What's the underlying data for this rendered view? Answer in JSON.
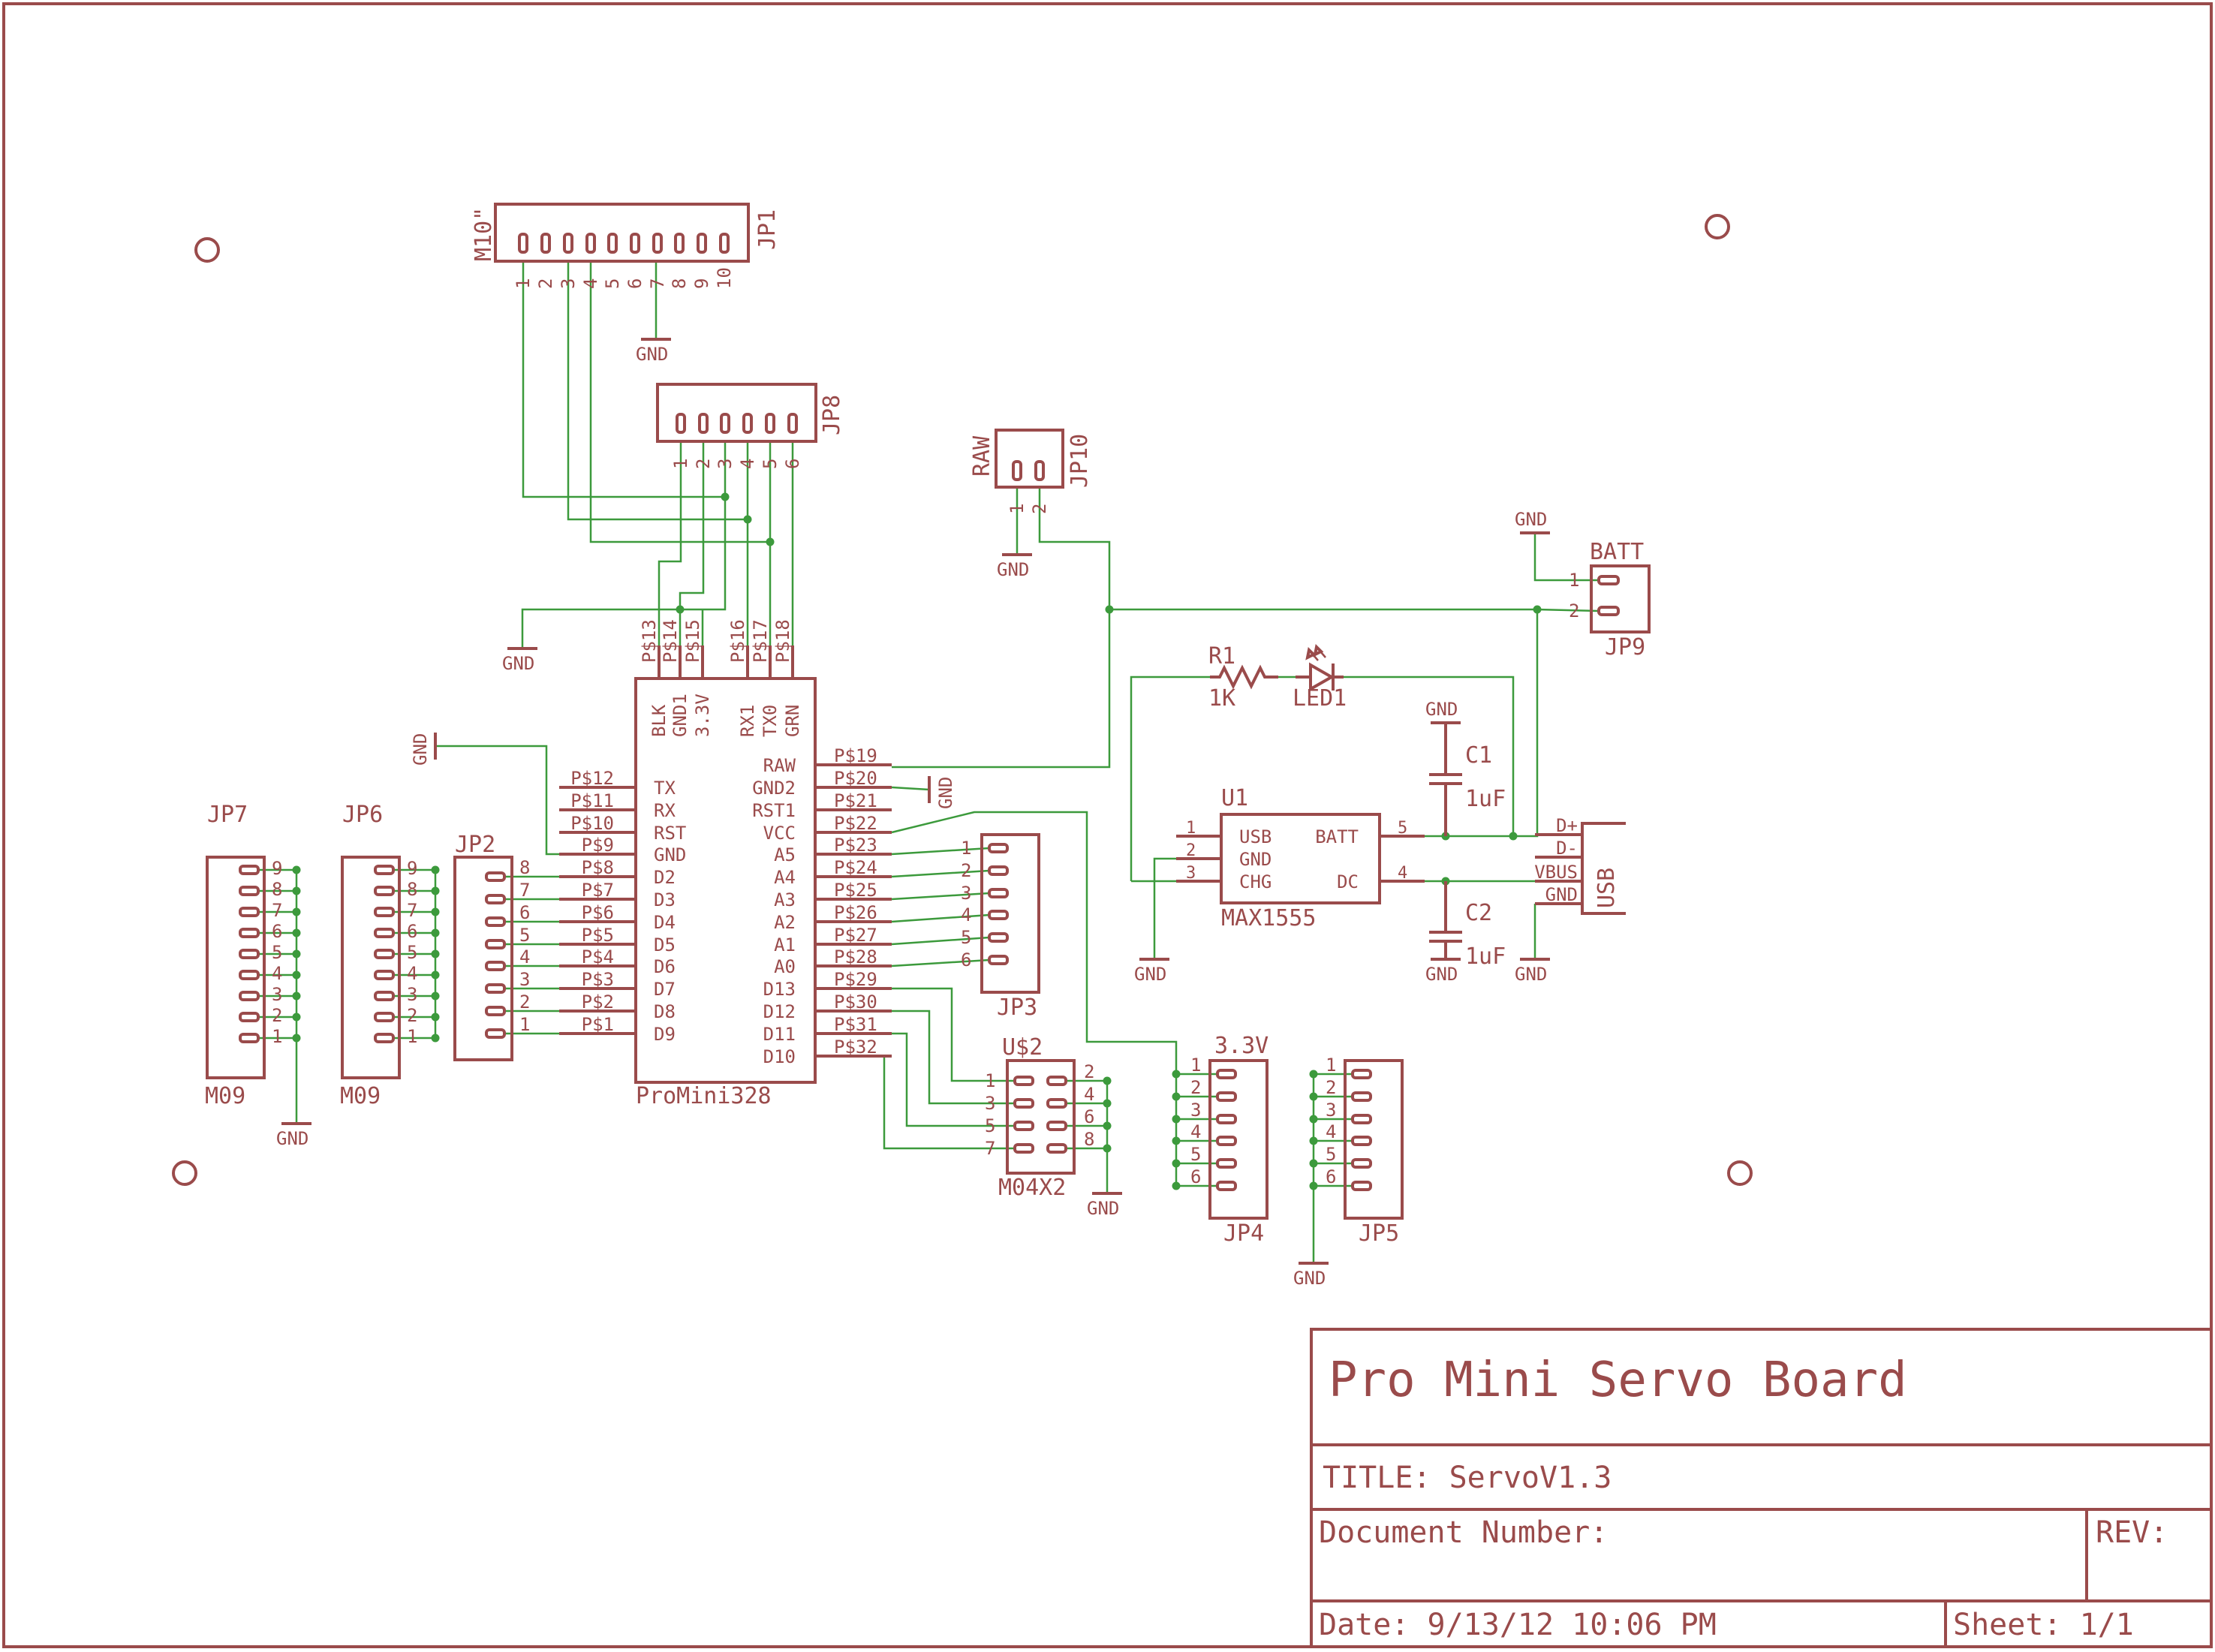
{
  "title_block": {
    "heading": "Pro Mini Servo Board",
    "title": "TITLE: ServoV1.3",
    "document_number": "Document Number:",
    "rev": "REV:",
    "date": "Date: 9/13/12 10:06 PM",
    "sheet": "Sheet: 1/1"
  },
  "promini": {
    "value": "ProMini328",
    "top_labels": [
      "BLK",
      "GND1",
      "3.3V",
      "RX1",
      "TX0",
      "GRN"
    ],
    "top_pads": [
      "P$13",
      "P$14",
      "P$15",
      "P$16",
      "P$17",
      "P$18"
    ],
    "left_labels": [
      "TX",
      "RX",
      "RST",
      "GND",
      "D2",
      "D3",
      "D4",
      "D5",
      "D6",
      "D7",
      "D8",
      "D9"
    ],
    "left_pads": [
      "P$12",
      "P$11",
      "P$10",
      "P$9",
      "P$8",
      "P$7",
      "P$6",
      "P$5",
      "P$4",
      "P$3",
      "P$2",
      "P$1"
    ],
    "right_labels": [
      "RAW",
      "GND2",
      "RST1",
      "VCC",
      "A5",
      "A4",
      "A3",
      "A2",
      "A1",
      "A0",
      "D13",
      "D12",
      "D11",
      "D10"
    ],
    "right_pads": [
      "P$19",
      "P$20",
      "P$21",
      "P$22",
      "P$23",
      "P$24",
      "P$25",
      "P$26",
      "P$27",
      "P$28",
      "P$29",
      "P$30",
      "P$31",
      "P$32"
    ]
  },
  "jp1": {
    "name": "JP1",
    "value": "M10\"",
    "pins": [
      "1",
      "2",
      "3",
      "4",
      "5",
      "6",
      "7",
      "8",
      "9",
      "10"
    ]
  },
  "jp8": {
    "name": "JP8",
    "pins": [
      "1",
      "2",
      "3",
      "4",
      "5",
      "6"
    ]
  },
  "jp10": {
    "name": "JP10",
    "value": "RAW",
    "pins": [
      "1",
      "2"
    ]
  },
  "jp9": {
    "name": "JP9",
    "value": "BATT",
    "pins": [
      "1",
      "2"
    ]
  },
  "jp7": {
    "name": "JP7",
    "value": "M09",
    "pins": [
      "9",
      "8",
      "7",
      "6",
      "5",
      "4",
      "3",
      "2",
      "1"
    ]
  },
  "jp6": {
    "name": "JP6",
    "value": "M09",
    "pins": [
      "9",
      "8",
      "7",
      "6",
      "5",
      "4",
      "3",
      "2",
      "1"
    ]
  },
  "jp2": {
    "name": "JP2",
    "pins": [
      "8",
      "7",
      "6",
      "5",
      "4",
      "3",
      "2",
      "1"
    ]
  },
  "jp3": {
    "name": "JP3",
    "pins": [
      "1",
      "2",
      "3",
      "4",
      "5",
      "6"
    ]
  },
  "u2": {
    "name": "U$2",
    "value": "M04X2",
    "left_pins": [
      "1",
      "3",
      "5",
      "7"
    ],
    "right_pins": [
      "2",
      "4",
      "6",
      "8"
    ]
  },
  "jp4": {
    "name": "JP4",
    "value": "3.3V",
    "pins": [
      "1",
      "2",
      "3",
      "4",
      "5",
      "6"
    ]
  },
  "jp5": {
    "name": "JP5",
    "pins": [
      "1",
      "2",
      "3",
      "4",
      "5",
      "6"
    ]
  },
  "r1": {
    "name": "R1",
    "value": "1K"
  },
  "led1": {
    "name": "LED1"
  },
  "c1": {
    "name": "C1",
    "value": "1uF"
  },
  "c2": {
    "name": "C2",
    "value": "1uF"
  },
  "u1": {
    "name": "U1",
    "value": "MAX1555",
    "left_labels": [
      "USB",
      "GND",
      "CHG"
    ],
    "left_pins": [
      "1",
      "2",
      "3"
    ],
    "right_labels": [
      "BATT",
      "DC"
    ],
    "right_pins": [
      "5",
      "4"
    ]
  },
  "usb": {
    "name": "USB",
    "pins": [
      "D+",
      "D-",
      "VBUS",
      "GND"
    ]
  },
  "ground_label": "GND"
}
